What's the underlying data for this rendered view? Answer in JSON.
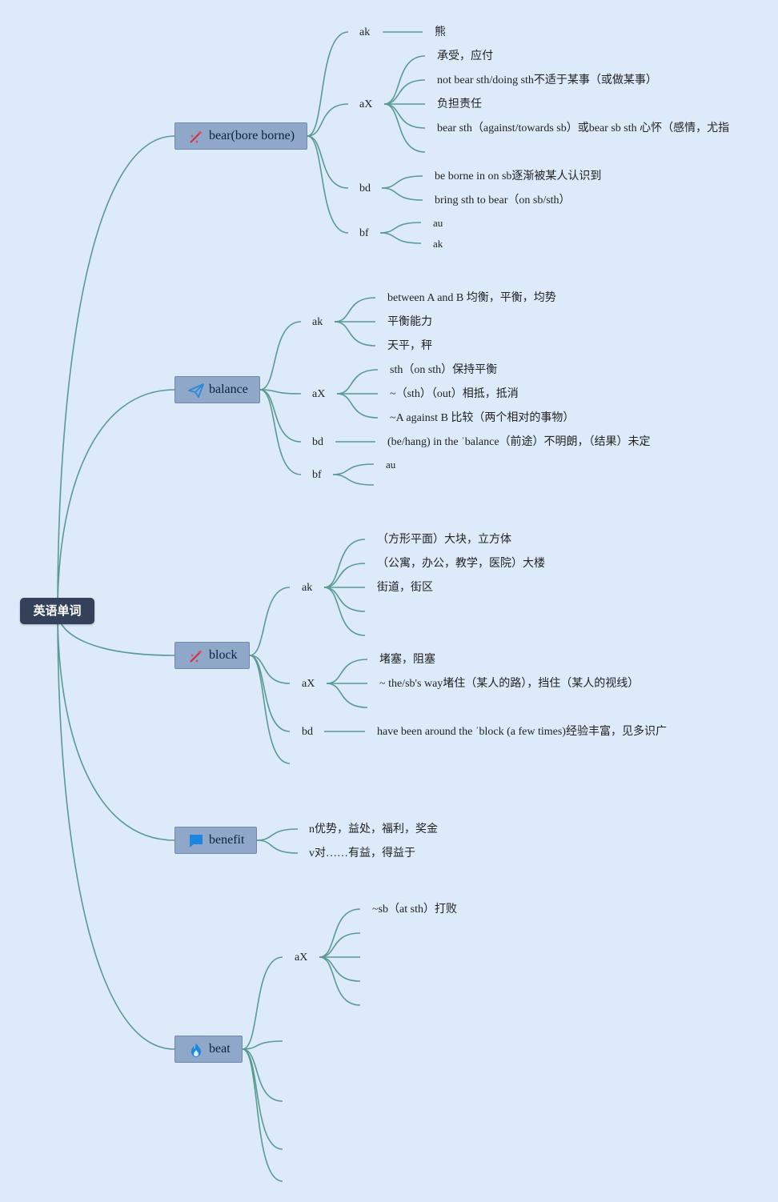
{
  "root": {
    "label": "英语单词"
  },
  "words": [
    {
      "label": "bear(bore borne)",
      "icon": "magic-wand-icon",
      "groups": [
        {
          "label": "ak",
          "items": [
            "熊"
          ]
        },
        {
          "label": "aX",
          "items": [
            "承受，应付",
            "not bear sth/doing sth不适于某事（或做某事）",
            "负担责任",
            "bear sth（against/towards sb）或bear sb sth 心怀（感情，尤指",
            ""
          ]
        },
        {
          "label": "bd",
          "items": [
            "be borne in on sb逐渐被某人认识到",
            "bring sth to bear（on sb/sth）"
          ]
        },
        {
          "label": "bf",
          "items": [
            "au",
            "ak"
          ]
        }
      ]
    },
    {
      "label": "balance",
      "icon": "paper-plane-icon",
      "groups": [
        {
          "label": "ak",
          "items": [
            "between A and B 均衡，平衡，均势",
            "平衡能力",
            "天平，秤"
          ]
        },
        {
          "label": "aX",
          "items": [
            "sth（on sth）保持平衡",
            "~（sth）（out）相抵，抵消",
            "~A against B 比较（两个相对的事物）"
          ]
        },
        {
          "label": "bd",
          "items": [
            "(be/hang) in the ˈbalance（前途）不明朗，（结果）未定"
          ]
        },
        {
          "label": "bf",
          "items": [
            "au",
            ""
          ]
        }
      ]
    },
    {
      "label": "block",
      "icon": "magic-wand-icon",
      "groups": [
        {
          "label": "ak",
          "items": [
            "（方形平面）大块，立方体",
            "（公寓，办公，教学，医院）大楼",
            "街道，街区",
            "",
            ""
          ]
        },
        {
          "label": "aX",
          "items": [
            "堵塞，阻塞",
            "~ the/sb's way堵住（某人的路），挡住（某人的视线）",
            ""
          ]
        },
        {
          "label": "bd",
          "items": [
            "have been around the ˈblock (a few times)经验丰富，见多识广"
          ]
        },
        {
          "label": "",
          "items": []
        }
      ]
    },
    {
      "label": "benefit",
      "icon": "flag-icon",
      "leaves": [
        "n优势，益处，福利，奖金",
        "v对……有益，得益于"
      ]
    },
    {
      "label": "beat",
      "icon": "flame-icon",
      "groups": [
        {
          "label": "aX",
          "items": [
            "~sb（at sth）打败",
            "",
            "",
            "",
            ""
          ]
        },
        {
          "label": "",
          "items": []
        },
        {
          "label": "",
          "items": []
        },
        {
          "label": "",
          "items": []
        },
        {
          "label": "",
          "items": []
        }
      ]
    }
  ],
  "colors": {
    "background": "#dceafa",
    "edge": "#5a9a92",
    "root": "#33415b",
    "word_node": "#8fa7c8"
  }
}
